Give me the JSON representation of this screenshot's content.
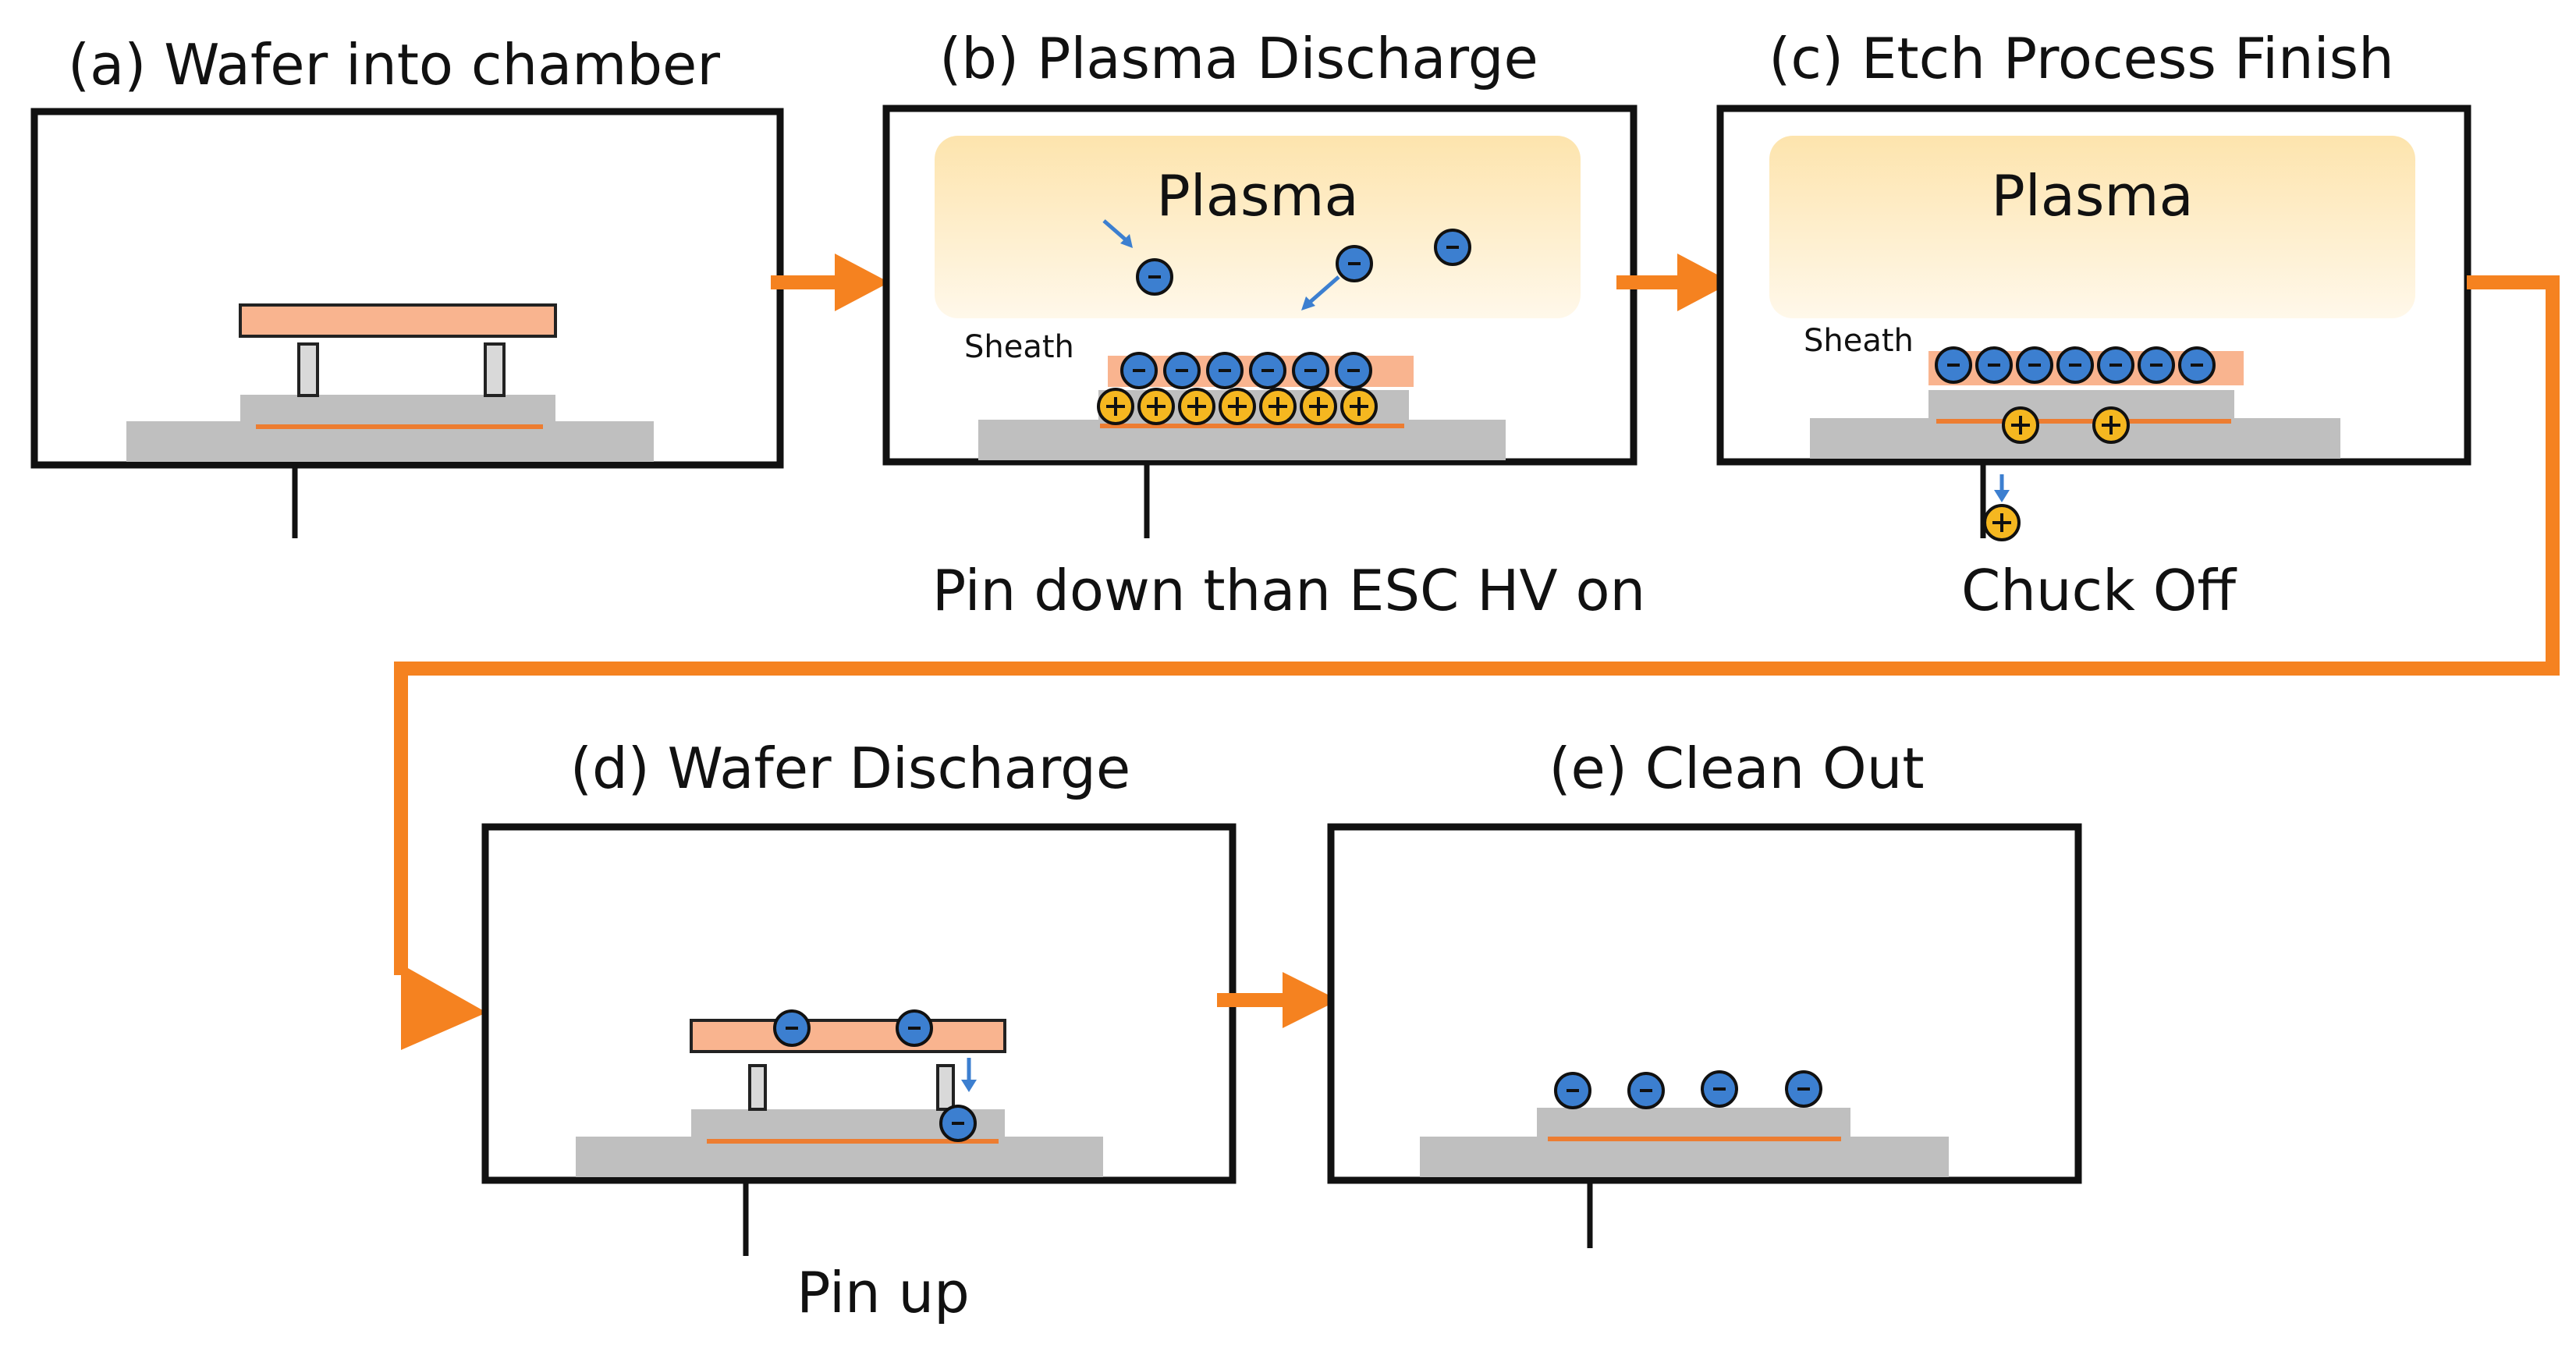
{
  "panels": [
    {
      "title": "(a) Wafer into chamber",
      "caption": ""
    },
    {
      "title": "(b) Plasma Discharge",
      "caption": "Pin down than ESC HV on",
      "plasma_label": "Plasma",
      "sheath_label": "Sheath"
    },
    {
      "title": "(c) Etch Process Finish",
      "caption": "Chuck Off",
      "plasma_label": "Plasma",
      "sheath_label": "Sheath"
    },
    {
      "title": "(d) Wafer Discharge",
      "caption": "Pin up"
    },
    {
      "title": "(e) Clean Out",
      "caption": ""
    }
  ],
  "colors": {
    "flow_arrow": "#f58220",
    "negative_charge": "#3c7fd0",
    "positive_charge": "#f5b720",
    "wafer": "#f9b48f",
    "chuck": "#bfbfbf",
    "plasma_gradient_top": "#fde9bd"
  },
  "icons": {
    "negative": "minus-charge-icon",
    "positive": "plus-charge-icon"
  }
}
